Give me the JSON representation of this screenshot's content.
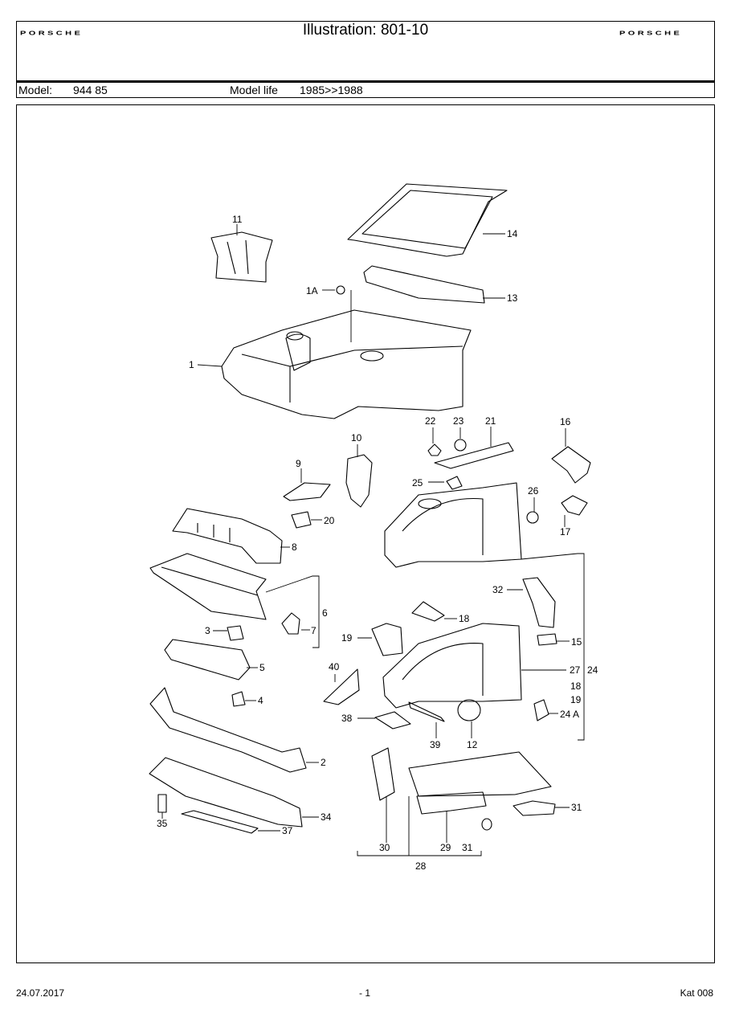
{
  "header": {
    "brand_left": "PORSCHE",
    "brand_right": "PORSCHE",
    "title": "Illustration: 801-10",
    "model_label": "Model:",
    "model_value": "944 85",
    "model_life_label": "Model life",
    "model_life_value": "1985>>1988"
  },
  "callouts": {
    "c1": "1",
    "c1a": "1A",
    "c2": "2",
    "c3": "3",
    "c4": "4",
    "c5": "5",
    "c6": "6",
    "c7": "7",
    "c8": "8",
    "c9": "9",
    "c10": "10",
    "c11": "11",
    "c12": "12",
    "c13": "13",
    "c14": "14",
    "c15": "15",
    "c16": "16",
    "c17": "17",
    "c18a": "18",
    "c18b": "18",
    "c19a": "19",
    "c19b": "19",
    "c20": "20",
    "c21": "21",
    "c22": "22",
    "c23": "23",
    "c24": "24",
    "c24a": "24 A",
    "c25": "25",
    "c26": "26",
    "c27": "27",
    "c28": "28",
    "c29": "29",
    "c30": "30",
    "c31a": "31",
    "c31b": "31",
    "c32": "32",
    "c34": "34",
    "c35": "35",
    "c37": "37",
    "c38": "38",
    "c39": "39",
    "c40": "40"
  },
  "footer": {
    "date": "24.07.2017",
    "page": "- 1",
    "catalog": "Kat 008"
  }
}
